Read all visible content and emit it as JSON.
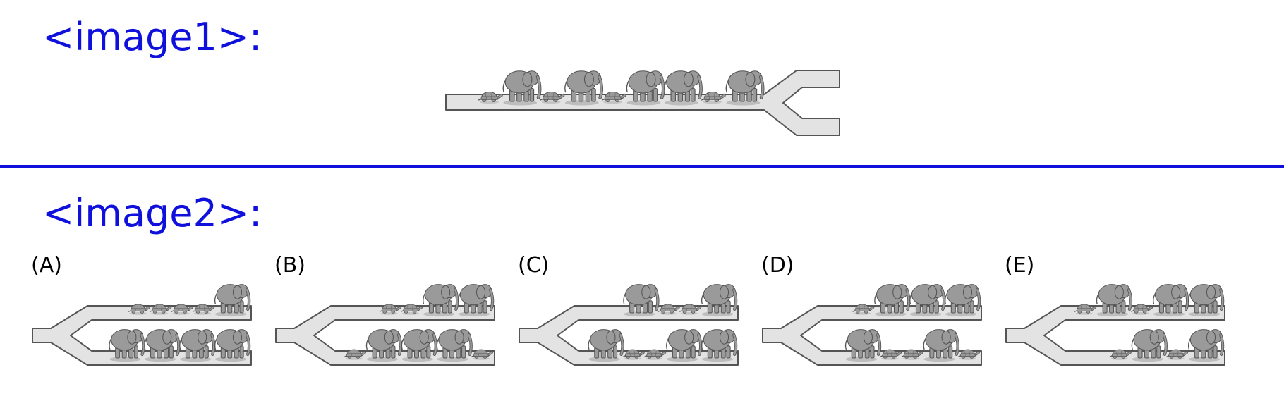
{
  "headings": {
    "image1": "<image1>:",
    "image2": "<image2>:"
  },
  "colors": {
    "heading": "#1010dd",
    "track_fill": "#e3e3e3",
    "track_edge": "#555555",
    "animal": "#9a9a9a"
  },
  "image1": {
    "train": [
      "turtle",
      "elephant",
      "turtle",
      "elephant",
      "turtle",
      "elephant",
      "elephant",
      "turtle",
      "elephant"
    ]
  },
  "options": [
    {
      "label": "(A)",
      "top": [
        "turtle",
        "turtle",
        "turtle",
        "turtle",
        "elephant"
      ],
      "bottom": [
        "elephant",
        "elephant",
        "elephant",
        "elephant"
      ]
    },
    {
      "label": "(B)",
      "top": [
        "turtle",
        "turtle",
        "elephant",
        "elephant"
      ],
      "bottom": [
        "turtle",
        "elephant",
        "elephant",
        "elephant",
        "turtle"
      ]
    },
    {
      "label": "(C)",
      "top": [
        "elephant",
        "turtle",
        "turtle",
        "elephant"
      ],
      "bottom": [
        "elephant",
        "turtle",
        "turtle",
        "elephant",
        "elephant"
      ]
    },
    {
      "label": "(D)",
      "top": [
        "turtle",
        "elephant",
        "elephant",
        "elephant"
      ],
      "bottom": [
        "elephant",
        "turtle",
        "turtle",
        "elephant",
        "turtle"
      ]
    },
    {
      "label": "(E)",
      "top": [
        "turtle",
        "elephant",
        "turtle",
        "elephant",
        "elephant"
      ],
      "bottom": [
        "turtle",
        "elephant",
        "turtle",
        "elephant"
      ]
    }
  ]
}
